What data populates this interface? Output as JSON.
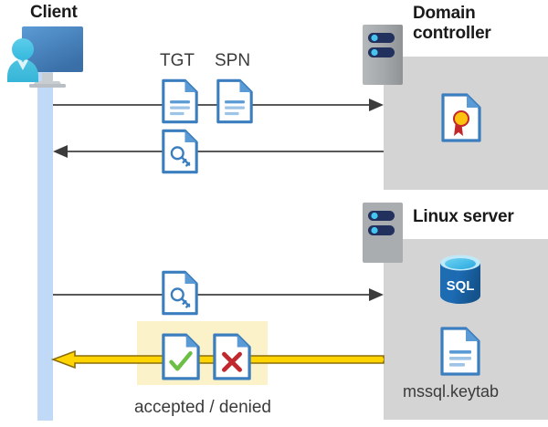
{
  "diagram": {
    "title_client": "Client",
    "title_domain_controller_line1": "Domain",
    "title_domain_controller_line2": "controller",
    "title_linux_server": "Linux server",
    "label_tgt": "TGT",
    "label_spn": "SPN",
    "caption_result": "accepted / denied",
    "filename_keytab": "mssql.keytab",
    "sql_icon_text": "SQL"
  },
  "icons": {
    "client_workstation": "monitor-user-icon",
    "server_rack_dc": "server-rack-icon",
    "server_rack_linux": "server-rack-icon",
    "certificate": "certificate-document-icon",
    "sql_database": "sql-database-icon",
    "keytab_document": "text-document-icon",
    "tgt_document": "text-document-icon",
    "spn_document": "text-document-icon",
    "ticket_key_dc": "key-document-icon",
    "ticket_key_linux": "key-document-icon",
    "accepted_document": "check-document-icon",
    "denied_document": "cross-document-icon"
  },
  "flows": [
    {
      "name": "request-tgt-spn",
      "direction": "right",
      "style": "grey",
      "from": "client",
      "to": "domain-controller"
    },
    {
      "name": "receive-service-ticket",
      "direction": "left",
      "style": "grey",
      "from": "domain-controller",
      "to": "client"
    },
    {
      "name": "present-service-ticket",
      "direction": "right",
      "style": "grey",
      "from": "client",
      "to": "linux-server"
    },
    {
      "name": "auth-result",
      "direction": "left",
      "style": "yellow",
      "from": "linux-server",
      "to": "client"
    }
  ],
  "colors": {
    "panel_grey": "#d4d4d4",
    "lifeline_blue": "#bfd9f7",
    "highlight_yellow": "#fcf2c9",
    "arrow_grey": "#595959",
    "arrow_yellow_fill": "#ffd400",
    "arrow_yellow_stroke": "#8a6d0b",
    "doc_blue": "#3a7ebf",
    "accent_green": "#6cbf45",
    "accent_red": "#c0282d",
    "server_grey": "#a6a6a6",
    "server_navy": "#1f3864",
    "sql_blue": "#1f6cb0"
  }
}
